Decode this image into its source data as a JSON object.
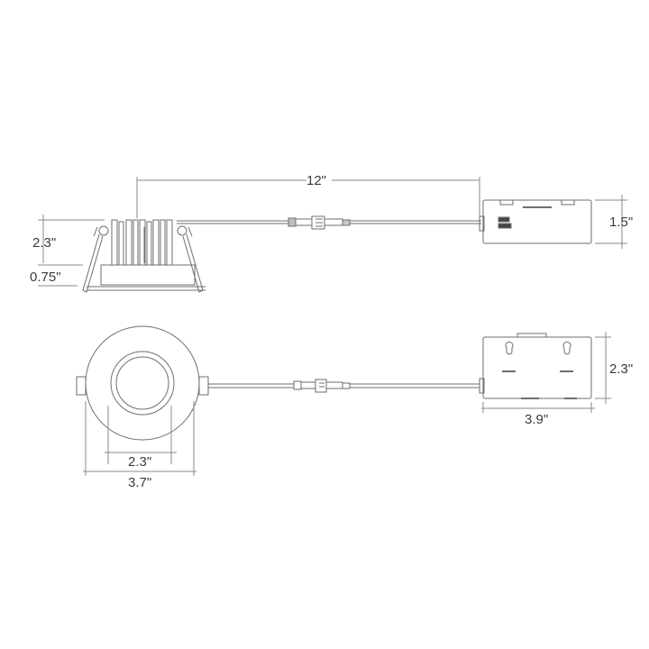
{
  "diagram": {
    "type": "technical-dimension-drawing",
    "subject": "recessed LED downlight with junction box",
    "line_color": "#6e6e6e",
    "text_color": "#3a3a3a",
    "side_view": {
      "cable_length_label": "12\"",
      "fixture_height_label": "2.3\"",
      "trim_height_label": "0.75\"",
      "junction_box_height_label": "1.5\""
    },
    "top_view": {
      "aperture_label": "2.3\"",
      "trim_diameter_label": "3.7\"",
      "junction_box_width_label": "3.9\"",
      "junction_box_depth_label": "2.3\""
    }
  }
}
